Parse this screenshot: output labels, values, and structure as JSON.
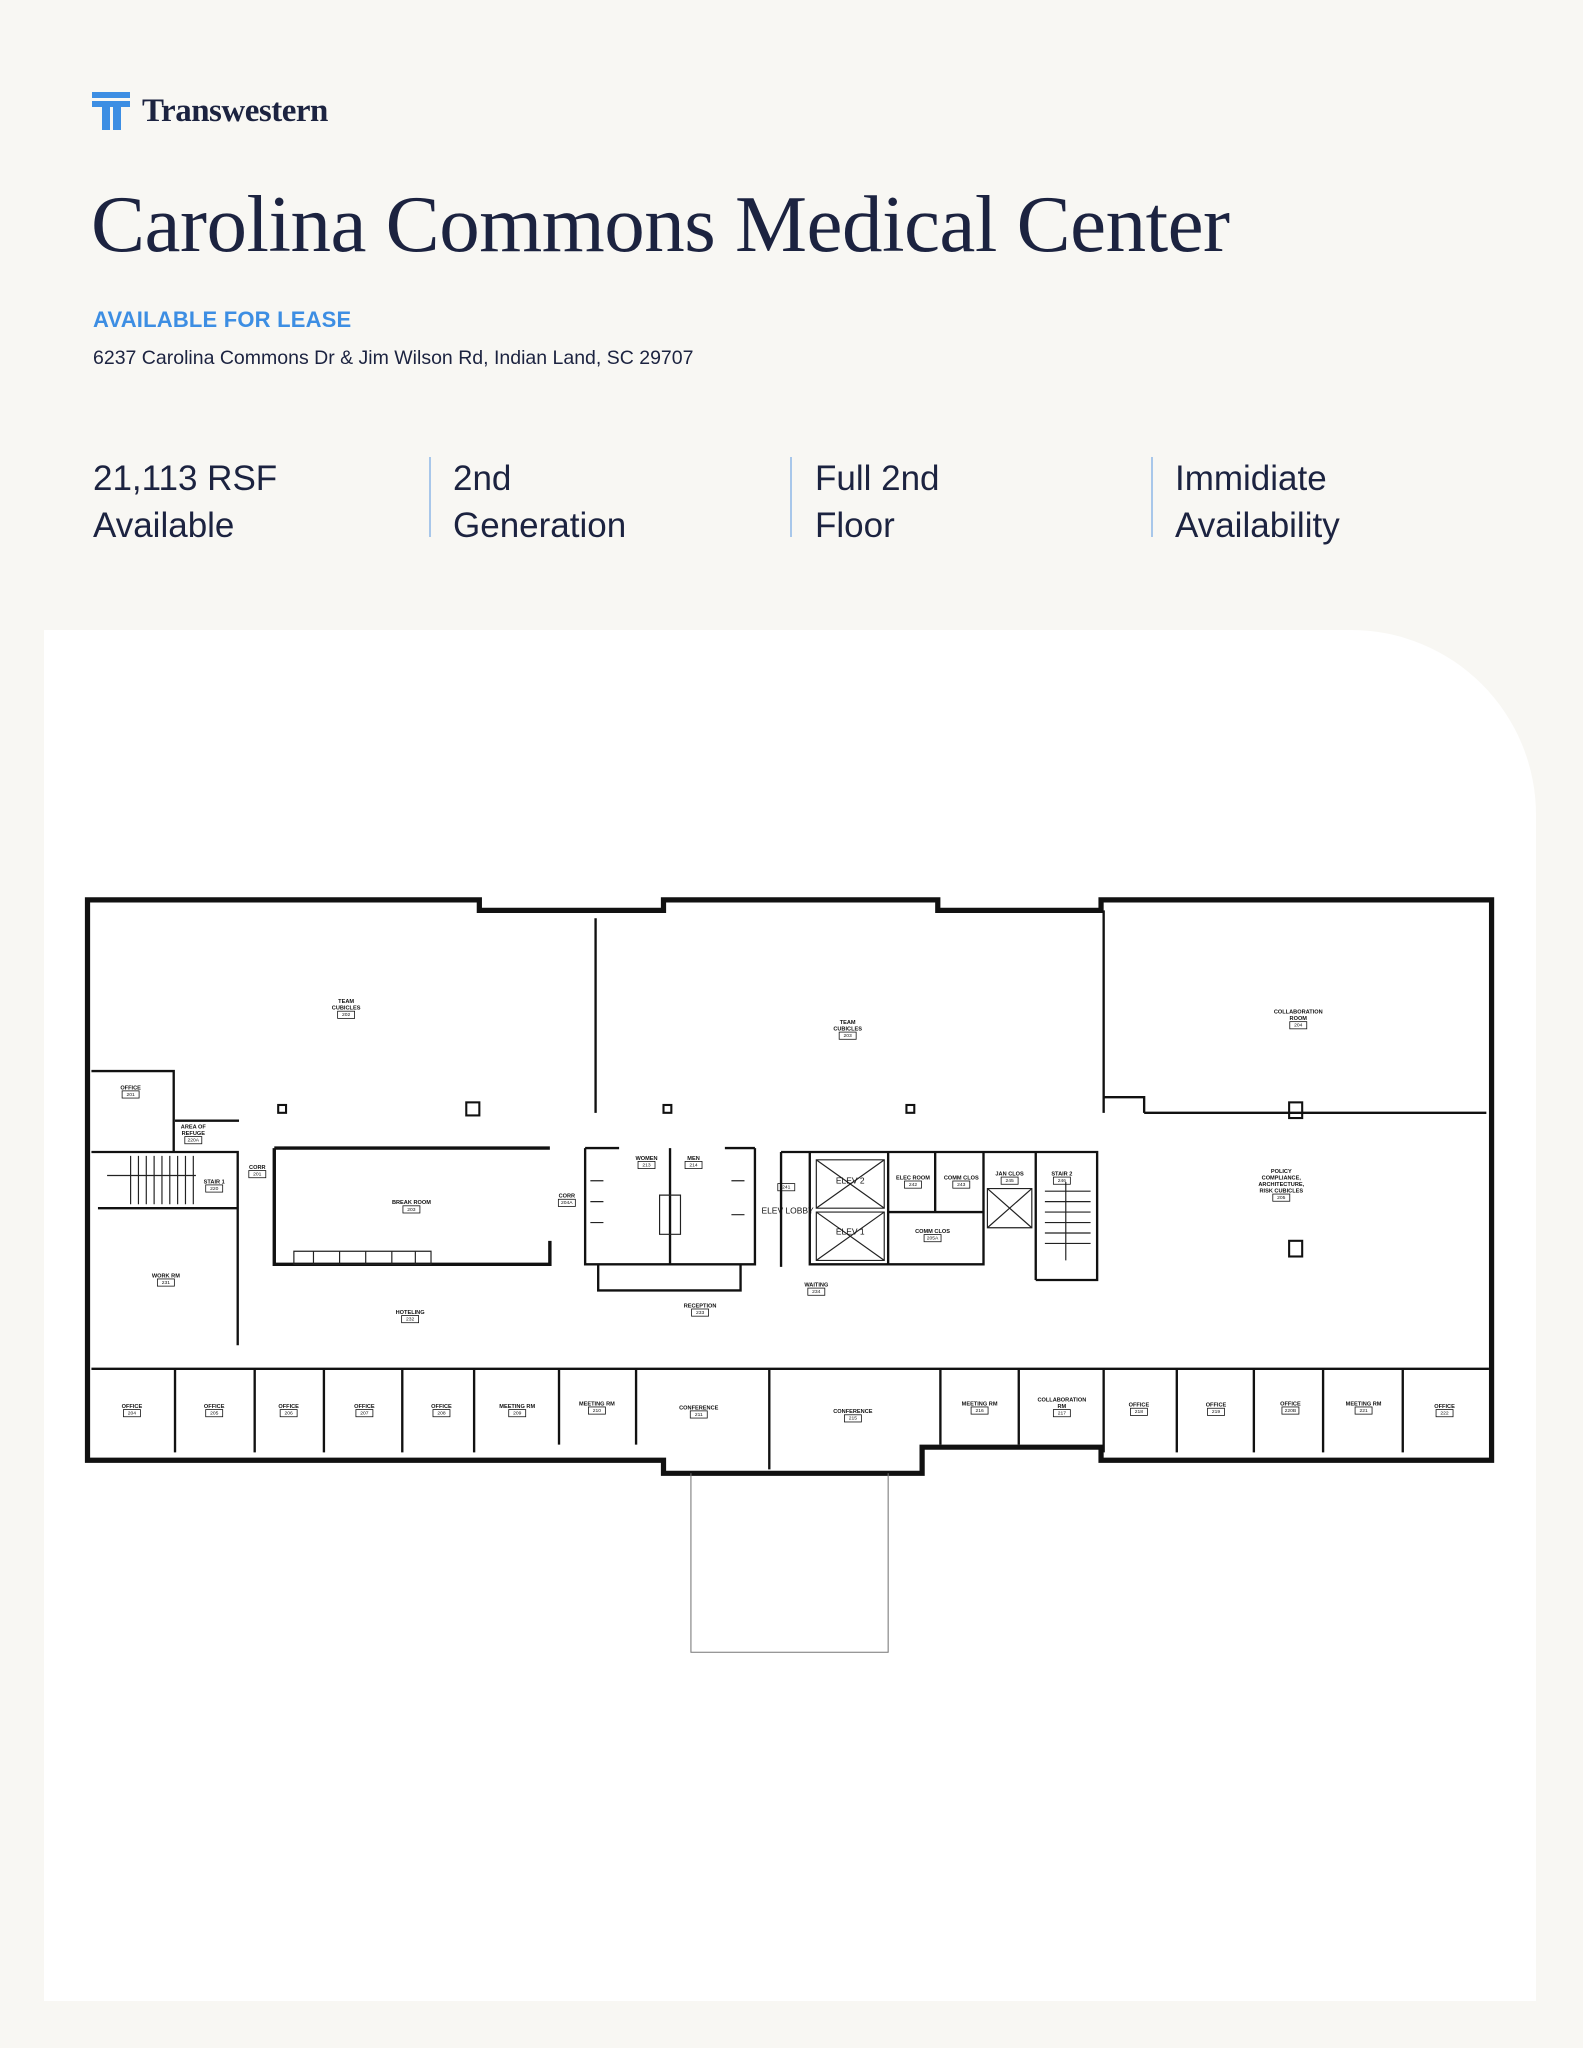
{
  "brand": {
    "name": "Transwestern",
    "logo_icon": "transwestern-t-logo",
    "color": "#3d8ee3"
  },
  "header": {
    "title": "Carolina Commons Medical Center",
    "tagline": "AVAILABLE FOR LEASE",
    "address": "6237 Carolina Commons Dr & Jim Wilson Rd, Indian Land, SC 29707"
  },
  "stats": [
    {
      "line1": "21,113 RSF",
      "line2": "Available"
    },
    {
      "line1": "2nd",
      "line2": "Generation"
    },
    {
      "line1": "Full 2nd",
      "line2": "Floor"
    },
    {
      "line1": "Immidiate",
      "line2": "Availability"
    }
  ],
  "colors": {
    "navy": "#1c2340",
    "accent_blue": "#3d8ee3",
    "background": "#f8f7f3",
    "divider": "#a8c7ea"
  },
  "floor_plan": {
    "rooms": [
      {
        "lines": [
          "TEAM",
          "CUBICLES"
        ],
        "number": "202"
      },
      {
        "lines": [
          "TEAM",
          "CUBICLES"
        ],
        "number": "203"
      },
      {
        "lines": [
          "COLLABORATION",
          "ROOM"
        ],
        "number": "204"
      },
      {
        "lines": [
          "OFFICE"
        ],
        "number": "201"
      },
      {
        "lines": [
          "AREA OF",
          "REFUGE"
        ],
        "number": "220A"
      },
      {
        "lines": [
          "STAIR 1"
        ],
        "number": "220"
      },
      {
        "lines": [
          "CORR"
        ],
        "number": "201"
      },
      {
        "lines": [
          "BREAK ROOM"
        ],
        "number": "203"
      },
      {
        "lines": [
          "CORR"
        ],
        "number": "204A"
      },
      {
        "lines": [
          "WOMEN"
        ],
        "number": "213"
      },
      {
        "lines": [
          "MEN"
        ],
        "number": "214"
      },
      {
        "lines": [],
        "number": "241"
      },
      {
        "lines": [
          "ELEV LOBBY"
        ],
        "number": ""
      },
      {
        "lines": [
          "ELEV 2"
        ],
        "number": ""
      },
      {
        "lines": [
          "ELEV 1"
        ],
        "number": ""
      },
      {
        "lines": [
          "ELEC ROOM"
        ],
        "number": "242"
      },
      {
        "lines": [
          "COMM CLOS"
        ],
        "number": "243"
      },
      {
        "lines": [
          "JAN CLOS"
        ],
        "number": "245"
      },
      {
        "lines": [
          "STAIR 2"
        ],
        "number": "246"
      },
      {
        "lines": [
          "COMM CLOS"
        ],
        "number": "205A"
      },
      {
        "lines": [
          "WAITING"
        ],
        "number": "234"
      },
      {
        "lines": [
          "RECEPTION"
        ],
        "number": "233"
      },
      {
        "lines": [
          "WORK RM"
        ],
        "number": "231"
      },
      {
        "lines": [
          "HOTELING"
        ],
        "number": "232"
      },
      {
        "lines": [
          "POLICY",
          "COMPLIANCE,",
          "ARCHITECTURE,",
          "RISK CUBICLES"
        ],
        "number": "205"
      },
      {
        "lines": [
          "OFFICE"
        ],
        "number": "204"
      },
      {
        "lines": [
          "OFFICE"
        ],
        "number": "205"
      },
      {
        "lines": [
          "OFFICE"
        ],
        "number": "206"
      },
      {
        "lines": [
          "OFFICE"
        ],
        "number": "207"
      },
      {
        "lines": [
          "OFFICE"
        ],
        "number": "208"
      },
      {
        "lines": [
          "MEETING RM"
        ],
        "number": "209"
      },
      {
        "lines": [
          "MEETING RM"
        ],
        "number": "210"
      },
      {
        "lines": [
          "CONFERENCE"
        ],
        "number": "211"
      },
      {
        "lines": [
          "CONFERENCE"
        ],
        "number": "215"
      },
      {
        "lines": [
          "MEETING RM"
        ],
        "number": "216"
      },
      {
        "lines": [
          "COLLABORATION",
          "RM"
        ],
        "number": "217"
      },
      {
        "lines": [
          "OFFICE"
        ],
        "number": "218"
      },
      {
        "lines": [
          "OFFICE"
        ],
        "number": "219"
      },
      {
        "lines": [
          "OFFICE"
        ],
        "number": "220B"
      },
      {
        "lines": [
          "MEETING RM"
        ],
        "number": "221"
      },
      {
        "lines": [
          "OFFICE"
        ],
        "number": "222"
      }
    ]
  }
}
